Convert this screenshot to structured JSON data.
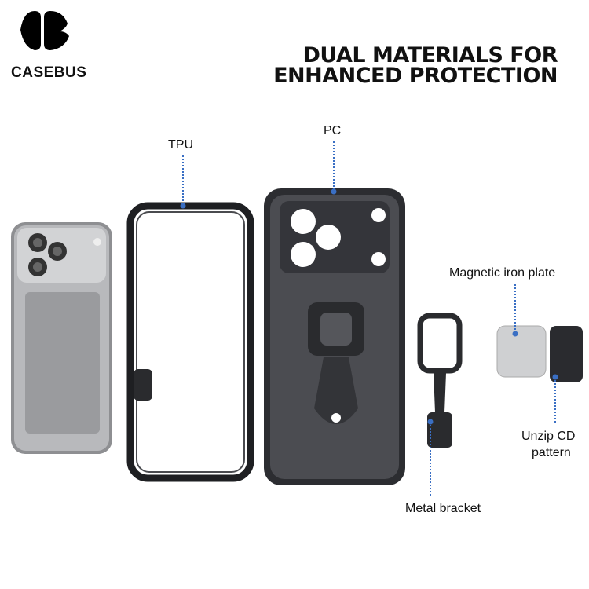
{
  "brand": {
    "name": "CASEBUS"
  },
  "headline": {
    "line1": "DUAL MATERIALS FOR",
    "line2": "ENHANCED PROTECTION"
  },
  "labels": {
    "tpu": "TPU",
    "pc": "PC",
    "magnetic_plate": "Magnetic iron plate",
    "cd_line1": "Unzip CD",
    "cd_line2": "pattern",
    "metal_bracket": "Metal bracket"
  },
  "colors": {
    "leader": "#3a6fc4",
    "case": "#3b3c40",
    "phone": "#8e8f92"
  }
}
